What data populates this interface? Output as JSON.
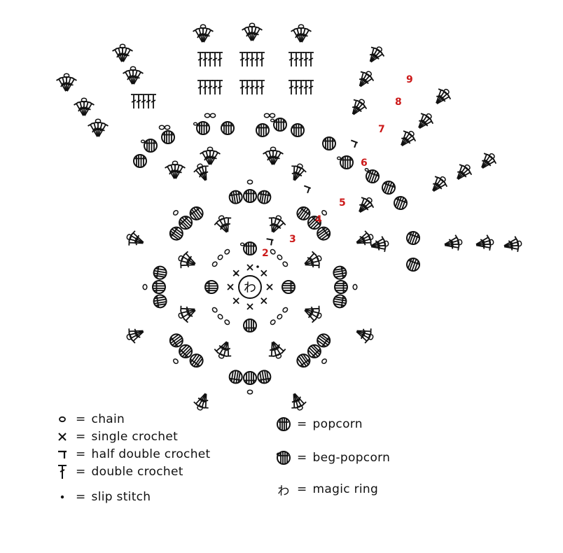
{
  "round_numbers": [
    "2",
    "3",
    "4",
    "5",
    "6",
    "7",
    "8",
    "9"
  ],
  "round_number_color": "#cc1a1a",
  "center_symbol": "わ",
  "legend": {
    "left": [
      {
        "symbol": "chain-icon",
        "eq": "=",
        "label": "chain"
      },
      {
        "symbol": "single-crochet-icon",
        "eq": "=",
        "label": "single crochet"
      },
      {
        "symbol": "half-double-crochet-icon",
        "eq": "=",
        "label": "half double crochet"
      },
      {
        "symbol": "double-crochet-icon",
        "eq": "=",
        "label": "double crochet"
      },
      {
        "symbol": "slip-stitch-icon",
        "eq": "=",
        "label": "slip stitch"
      }
    ],
    "right": [
      {
        "symbol": "popcorn-icon",
        "eq": "=",
        "label": "popcorn"
      },
      {
        "symbol": "beg-popcorn-icon",
        "eq": "=",
        "label": "beg-popcorn"
      },
      {
        "symbol": "magic-ring-icon",
        "eq": "=",
        "label": "magic ring",
        "glyph": "わ"
      }
    ]
  }
}
